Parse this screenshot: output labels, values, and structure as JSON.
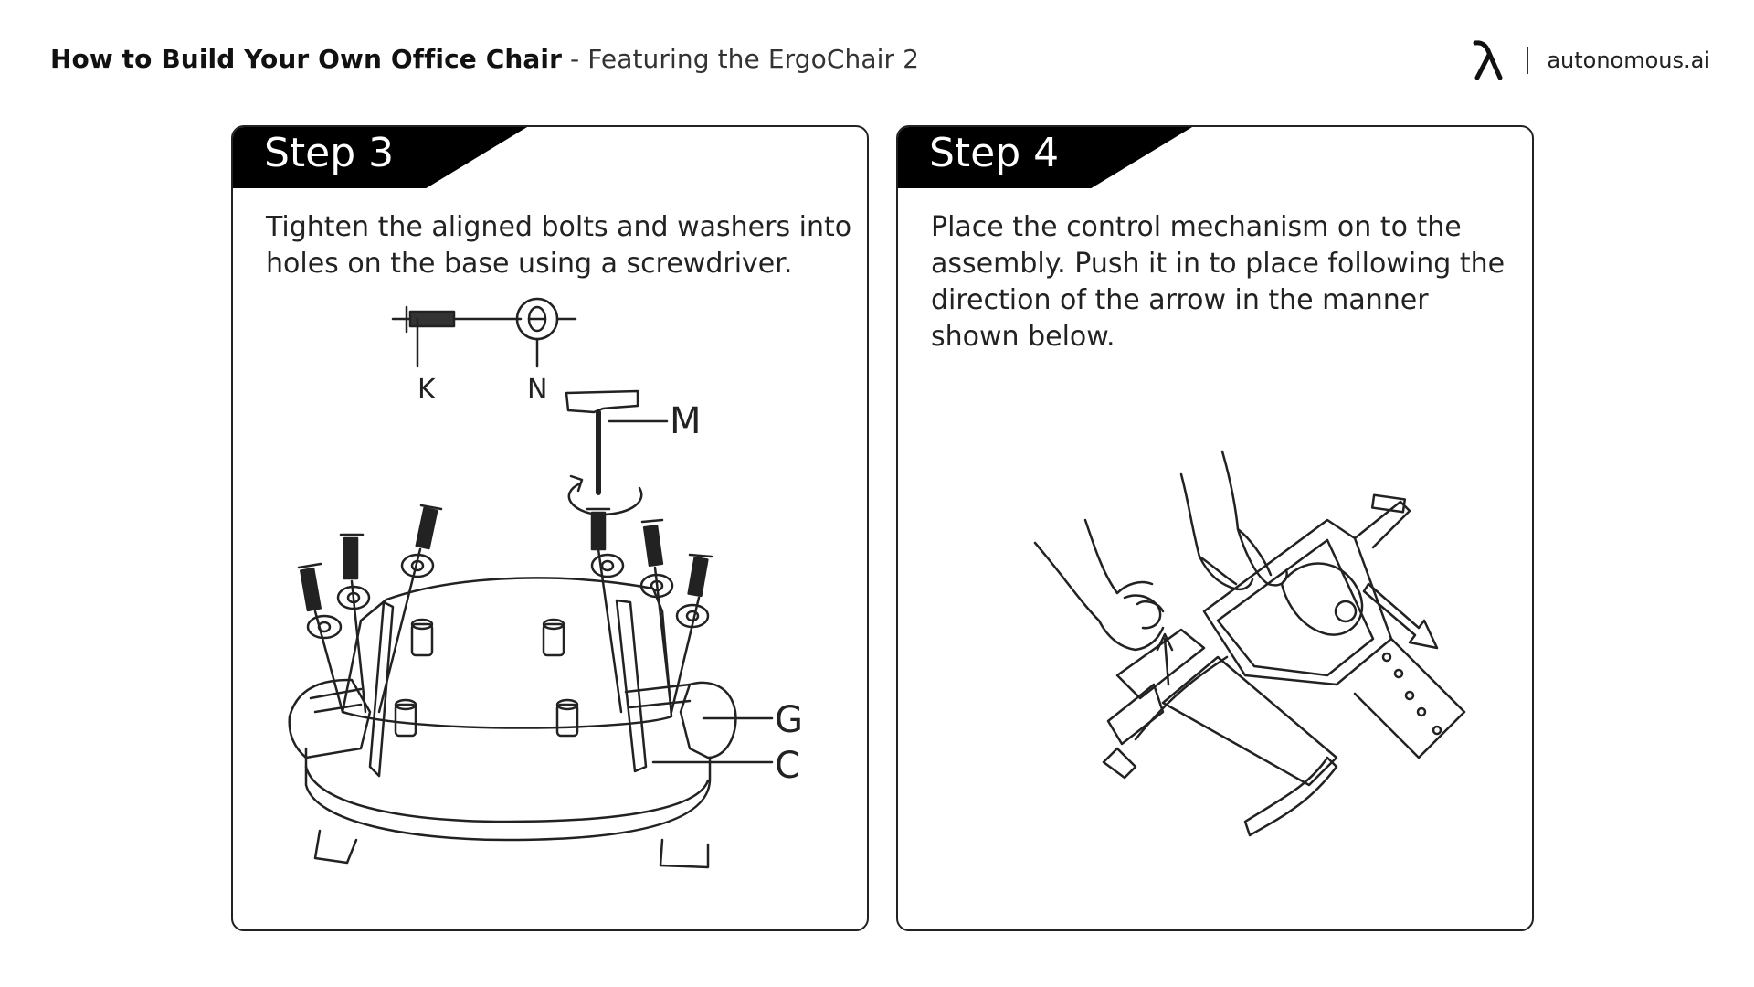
{
  "header": {
    "title_bold": "How to Build Your Own Office Chair",
    "title_rest": " - Featuring the ErgoChair 2"
  },
  "brand": {
    "icon": "lambda-icon",
    "name": "autonomous.ai"
  },
  "step3": {
    "label": "Step 3",
    "instruction": "Tighten the aligned bolts and washers into holes on the base using a screwdriver.",
    "parts": {
      "k": "K",
      "n": "N",
      "m": "M",
      "g": "G",
      "c": "C"
    }
  },
  "step4": {
    "label": "Step 4",
    "instruction": "Place the control mechanism on to the assembly. Push it in to place following the direction of the arrow in the manner shown below."
  }
}
